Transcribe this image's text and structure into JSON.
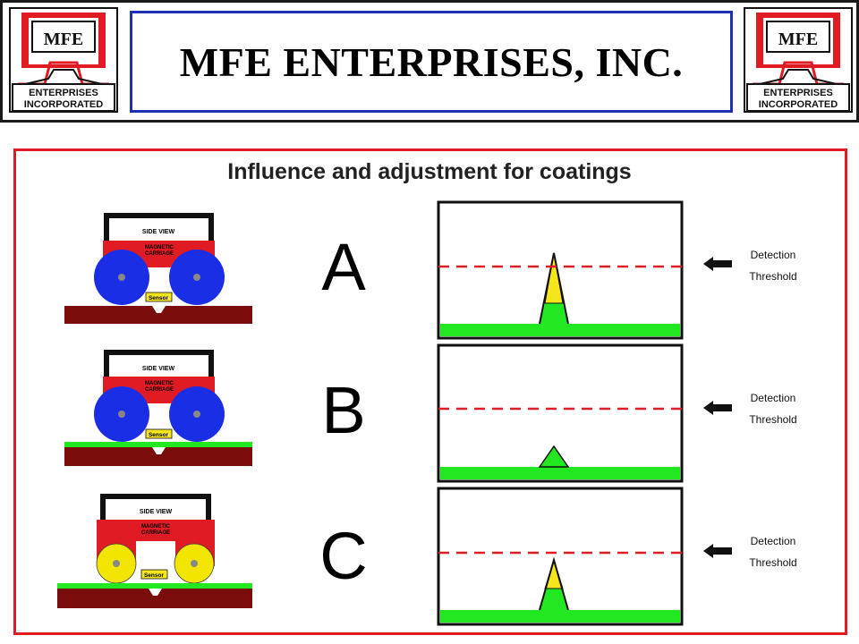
{
  "header": {
    "company_title": "MFE ENTERPRISES, INC.",
    "logo": {
      "mark": "MFE",
      "line1": "ENTERPRISES",
      "line2": "INCORPORATED"
    }
  },
  "slide": {
    "title": "Influence and adjustment for coatings"
  },
  "carriage_labels": {
    "view": "SIDE VIEW",
    "carriage_line1": "MAGNETIC",
    "carriage_line2": "CARRIAGE",
    "sensor": "Sensor"
  },
  "cases": [
    {
      "letter": "A",
      "coating": false,
      "wheel_color": "#1a2ee6",
      "signal_exceeds_threshold": true,
      "detection_label": "Detection",
      "threshold_label": "Threshold"
    },
    {
      "letter": "B",
      "coating": true,
      "wheel_color": "#1a2ee6",
      "signal_exceeds_threshold": false,
      "detection_label": "Detection",
      "threshold_label": "Threshold"
    },
    {
      "letter": "C",
      "coating": true,
      "wheel_color": "#f2e600",
      "signal_exceeds_threshold": true,
      "detection_label": "Detection",
      "threshold_label": "Threshold"
    }
  ],
  "colors": {
    "brand_red": "#e01b24",
    "title_border": "#1c2fb5",
    "plate": "#7a0c0c",
    "coating": "#22e822",
    "threshold_line": "#e01b24",
    "peak_upper": "#f5e51b"
  }
}
